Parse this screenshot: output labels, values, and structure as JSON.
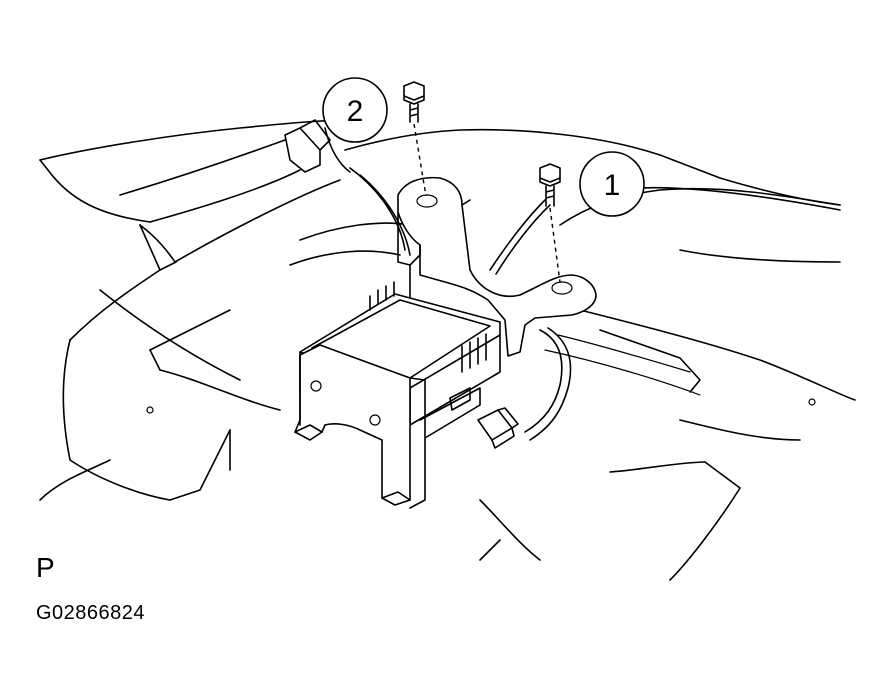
{
  "diagram": {
    "callouts": [
      {
        "id": "callout-1",
        "text": "1"
      },
      {
        "id": "callout-2",
        "text": "2"
      }
    ],
    "view_label": "P",
    "figure_code": "G02866824"
  }
}
